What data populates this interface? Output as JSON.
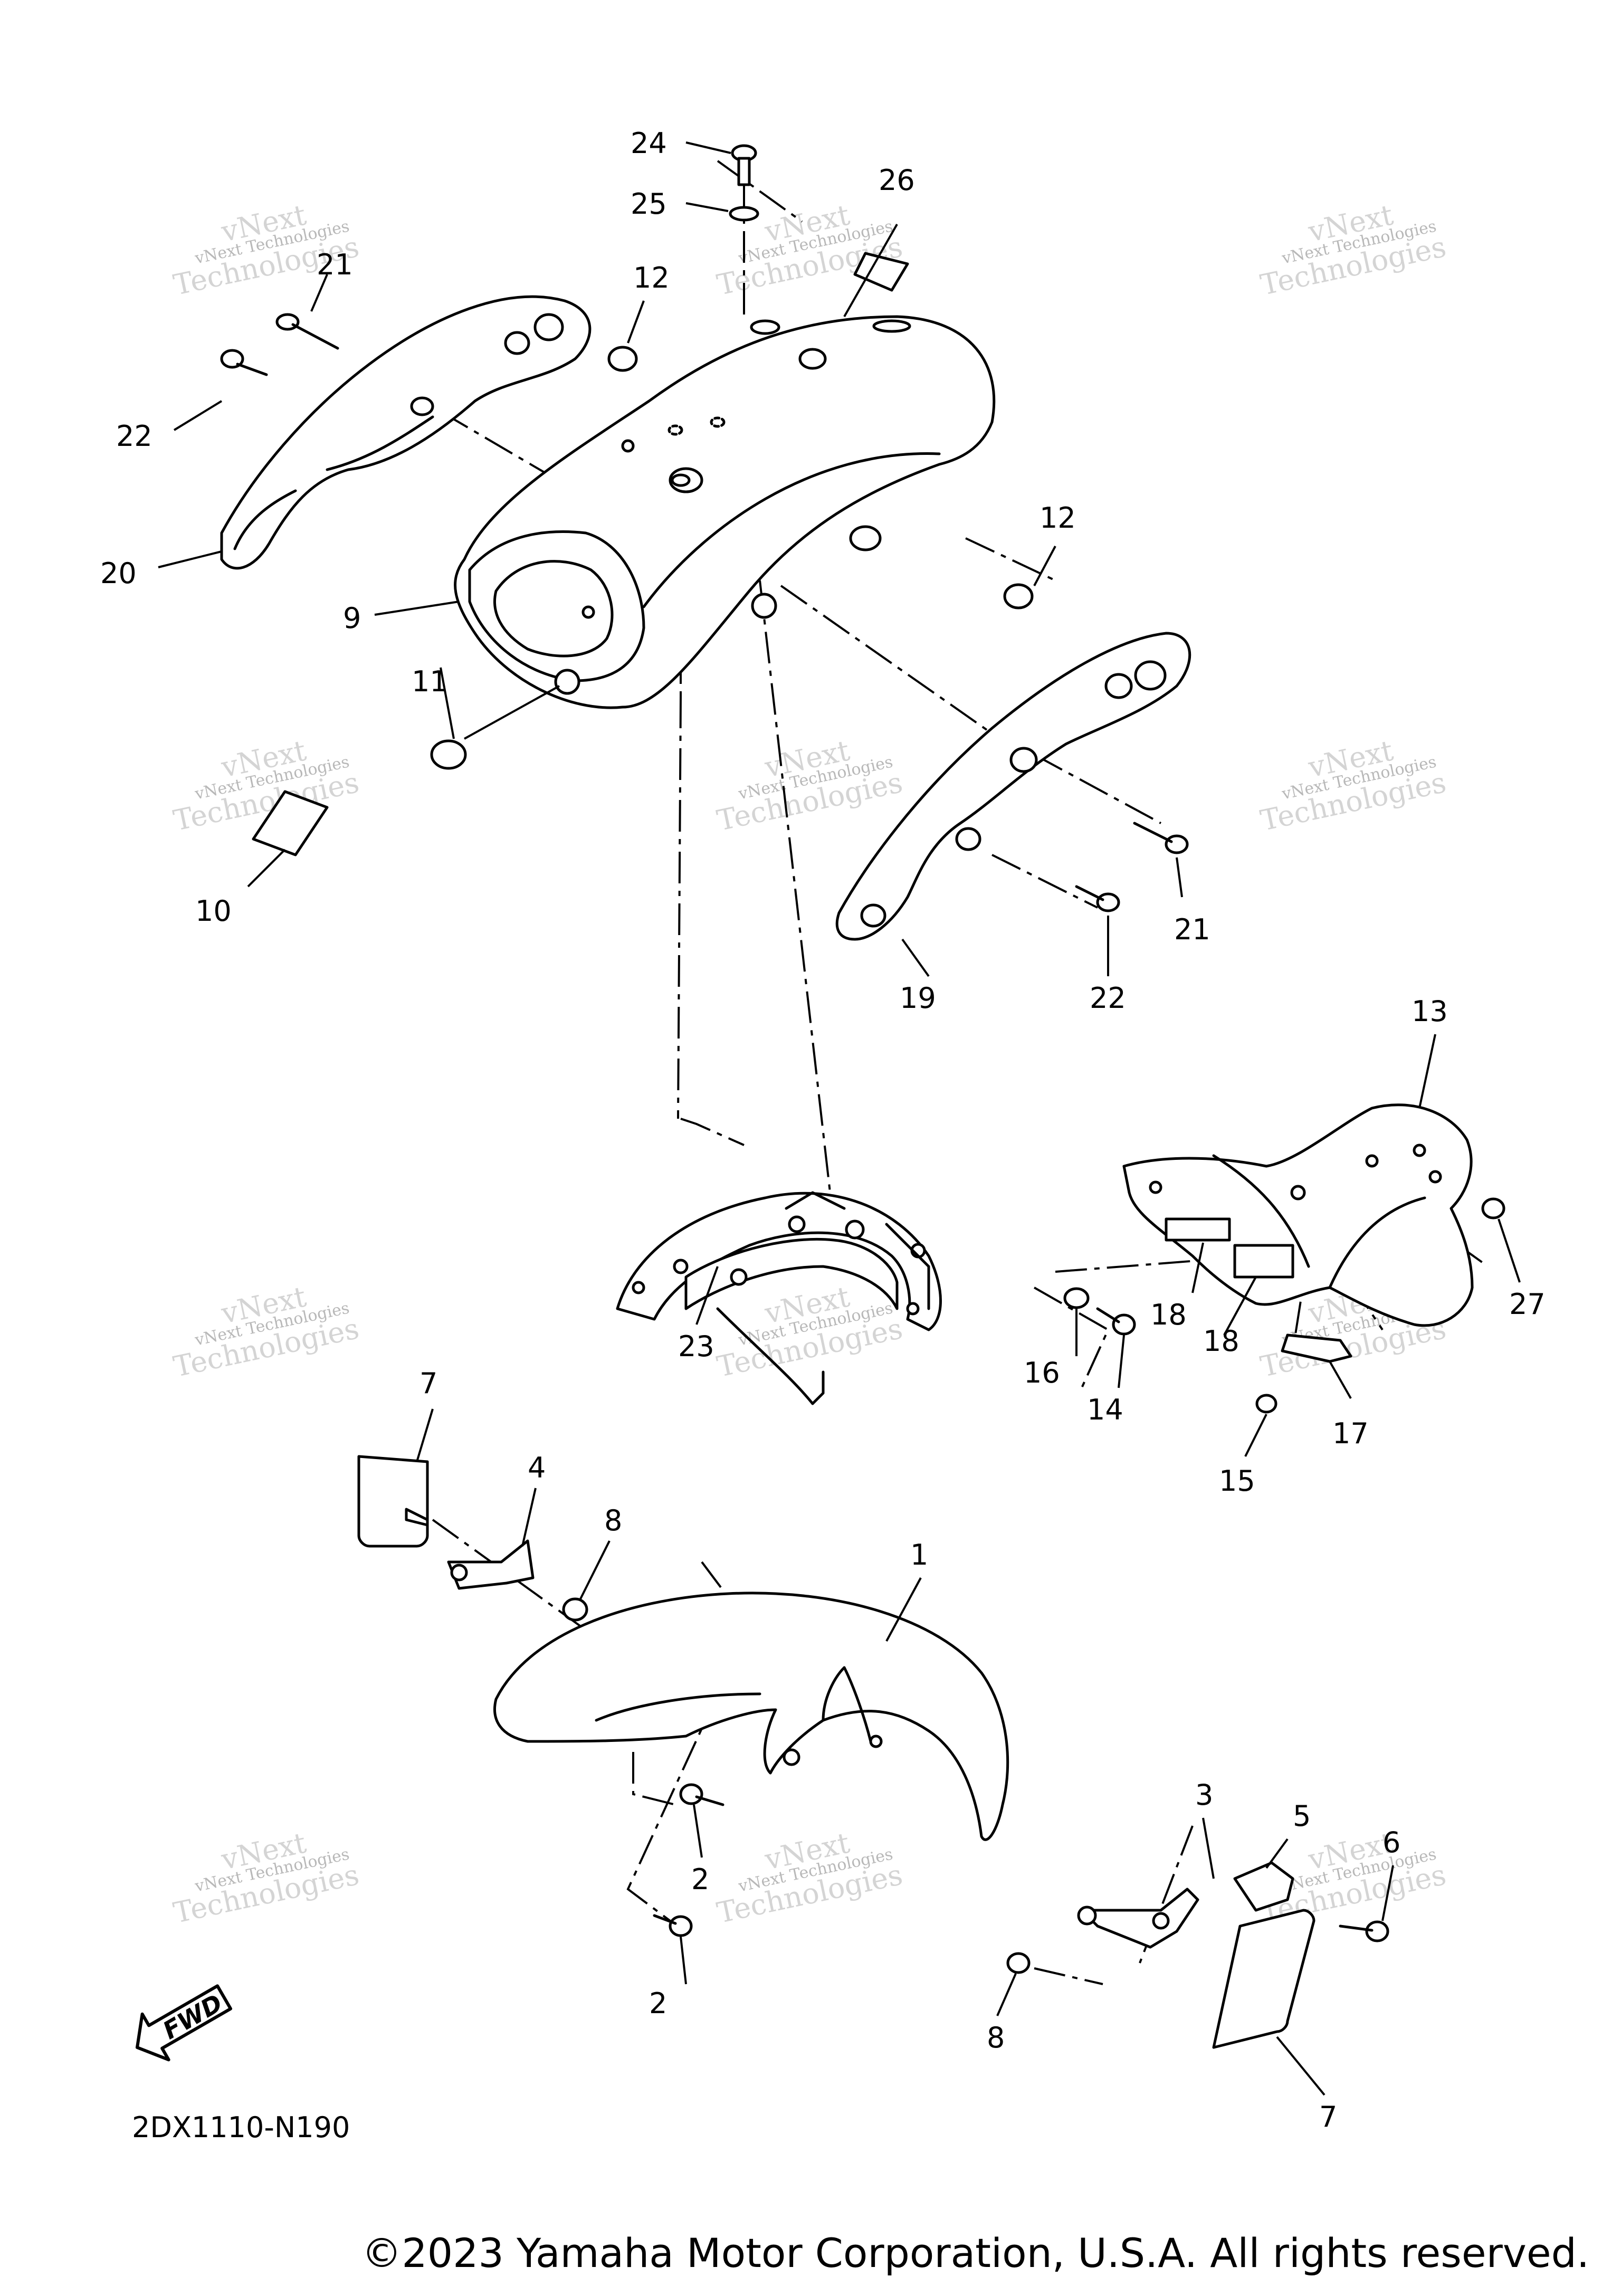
{
  "diagram_code": "2DX1110-N190",
  "fwd_label": "FWD",
  "copyright": "©2023 Yamaha Motor Corporation, U.S.A. All rights reserved.",
  "watermark": {
    "line1": "vNext Technologies",
    "line2": "Technologies",
    "line3": "vNext"
  },
  "callouts": [
    {
      "id": "c24",
      "label": "24"
    },
    {
      "id": "c25",
      "label": "25"
    },
    {
      "id": "c26",
      "label": "26"
    },
    {
      "id": "c21a",
      "label": "21"
    },
    {
      "id": "c12a",
      "label": "12"
    },
    {
      "id": "c22a",
      "label": "22"
    },
    {
      "id": "c20",
      "label": "20"
    },
    {
      "id": "c12b",
      "label": "12"
    },
    {
      "id": "c9",
      "label": "9"
    },
    {
      "id": "c11",
      "label": "11"
    },
    {
      "id": "c10",
      "label": "10"
    },
    {
      "id": "c21b",
      "label": "21"
    },
    {
      "id": "c19",
      "label": "19"
    },
    {
      "id": "c22b",
      "label": "22"
    },
    {
      "id": "c13",
      "label": "13"
    },
    {
      "id": "c27",
      "label": "27"
    },
    {
      "id": "c18a",
      "label": "18"
    },
    {
      "id": "c18b",
      "label": "18"
    },
    {
      "id": "c16",
      "label": "16"
    },
    {
      "id": "c14",
      "label": "14"
    },
    {
      "id": "c17",
      "label": "17"
    },
    {
      "id": "c15",
      "label": "15"
    },
    {
      "id": "c23",
      "label": "23"
    },
    {
      "id": "c7a",
      "label": "7"
    },
    {
      "id": "c4",
      "label": "4"
    },
    {
      "id": "c8a",
      "label": "8"
    },
    {
      "id": "c1",
      "label": "1"
    },
    {
      "id": "c3",
      "label": "3"
    },
    {
      "id": "c5",
      "label": "5"
    },
    {
      "id": "c6",
      "label": "6"
    },
    {
      "id": "c2a",
      "label": "2"
    },
    {
      "id": "c2b",
      "label": "2"
    },
    {
      "id": "c8b",
      "label": "8"
    },
    {
      "id": "c7b",
      "label": "7"
    }
  ]
}
